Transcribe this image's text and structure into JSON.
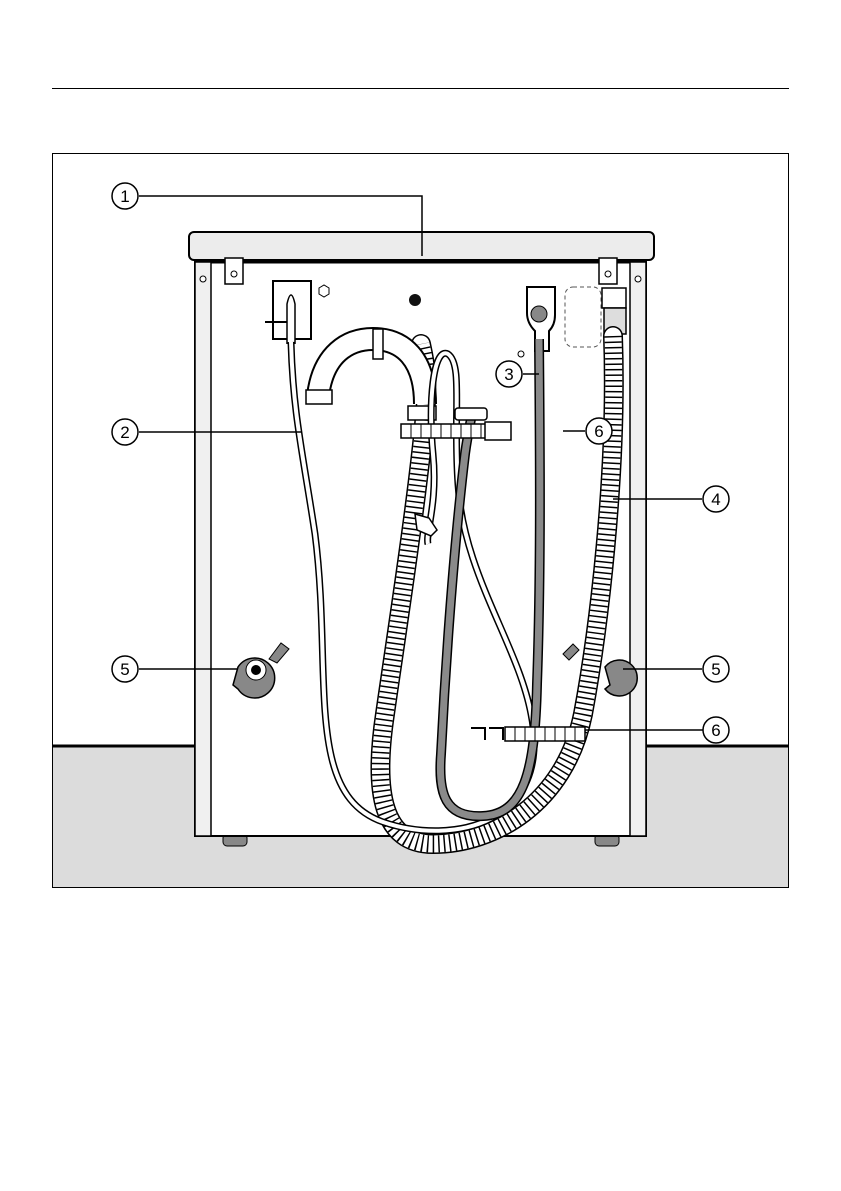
{
  "callouts": [
    {
      "id": "1",
      "label": "1"
    },
    {
      "id": "2",
      "label": "2"
    },
    {
      "id": "3",
      "label": "3"
    },
    {
      "id": "4",
      "label": "4"
    },
    {
      "id": "5a",
      "label": "5"
    },
    {
      "id": "5b",
      "label": "5"
    },
    {
      "id": "6a",
      "label": "6"
    },
    {
      "id": "6b",
      "label": "6"
    }
  ]
}
